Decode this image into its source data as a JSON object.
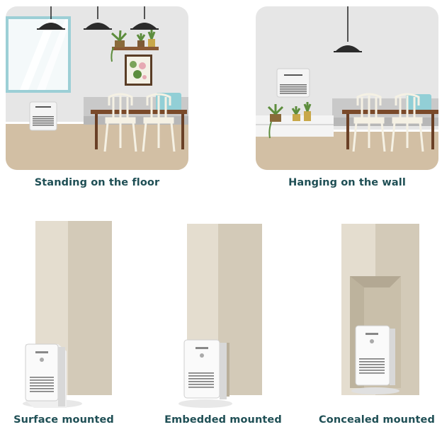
{
  "top_captions": {
    "floor": "Standing on the floor",
    "wall": "Hanging on the wall"
  },
  "bottom_captions": {
    "surface": "Surface mounted",
    "embedded": "Embedded mounted",
    "concealed": "Concealed mounted"
  },
  "colors": {
    "caption": "#1f4f55",
    "wall": "#e6e6e6",
    "floor": "#d2bfa4",
    "pillar_front": "#ddd5c5",
    "pillar_side": "#cbc2b0",
    "unit": "#f4f4f4"
  },
  "icons": [
    "pendant-lamp-icon",
    "plant-icon",
    "chair-icon",
    "heater-unit-icon",
    "picture-frame-icon"
  ]
}
